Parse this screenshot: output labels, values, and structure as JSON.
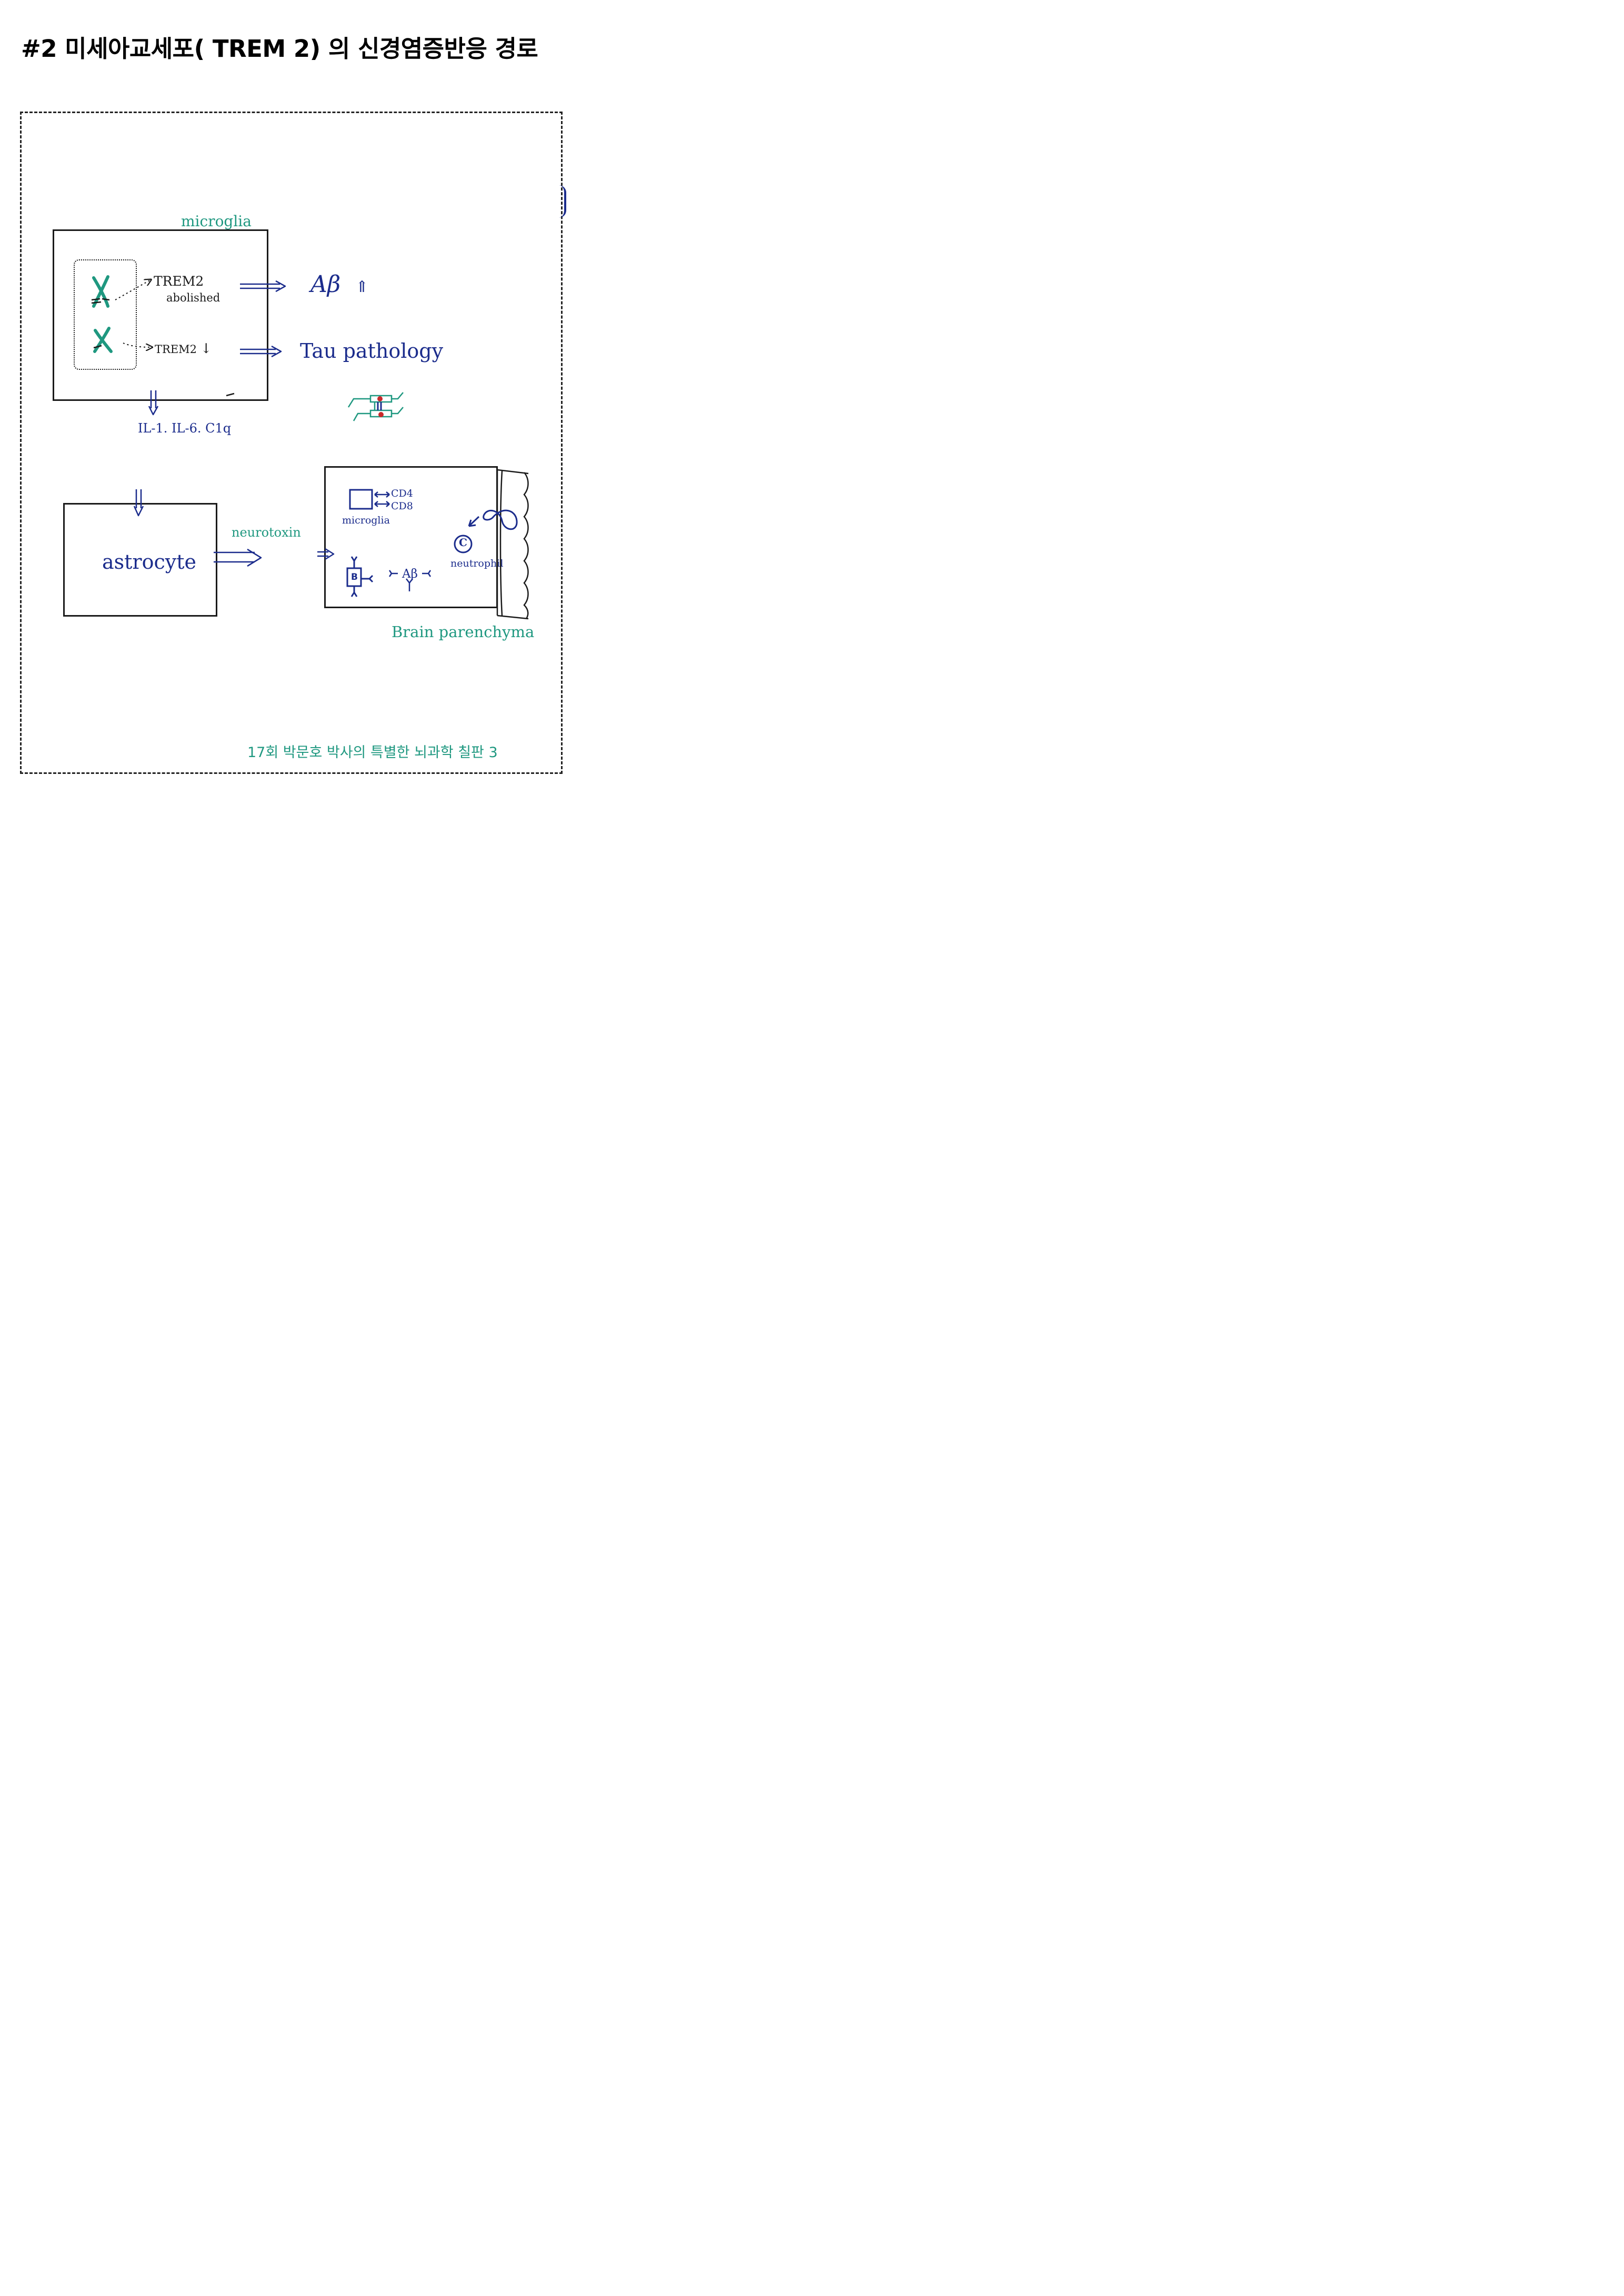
{
  "title": "#2 미세아교세포( TREM 2) 의 신경염증반응 경로",
  "diagram": {
    "microglia_box": {
      "label": "microglia",
      "trem2_abolished_line1": "TREM2",
      "trem2_abolished_line2": "abolished",
      "trem2_down": "TREM2",
      "down_arrow_glyph": "↓"
    },
    "outcomes": {
      "abeta": "Aβ",
      "abeta_up_glyph": "⇑",
      "tau": "Tau pathology"
    },
    "cytokines": "IL-1.  IL-6.  C1q",
    "astrocyte_box": {
      "label": "astrocyte"
    },
    "neurotoxin_label": "neurotoxin",
    "brain_box": {
      "label": "Brain parenchyma",
      "cd4": "CD4",
      "cd8": "CD8",
      "microglia_small": "microglia",
      "neutrophil": "neutrophil",
      "neutrophil_cell_letter": "C",
      "b_cell_letter": "B",
      "abeta_small": "Aβ"
    }
  },
  "footer": "17회 박문호 박사의 특별한 뇌과학 칠판 3",
  "colors": {
    "ink_blue": "#1b2c8c",
    "ink_green": "#1f9880",
    "ink_black": "#1a1a1a",
    "ink_red": "#c8282a"
  },
  "icons": [
    "chromosome-icon",
    "double-arrow-icon",
    "neuron-microtubule-icon",
    "neutrophil-icon",
    "b-cell-icon",
    "antibody-icon"
  ]
}
